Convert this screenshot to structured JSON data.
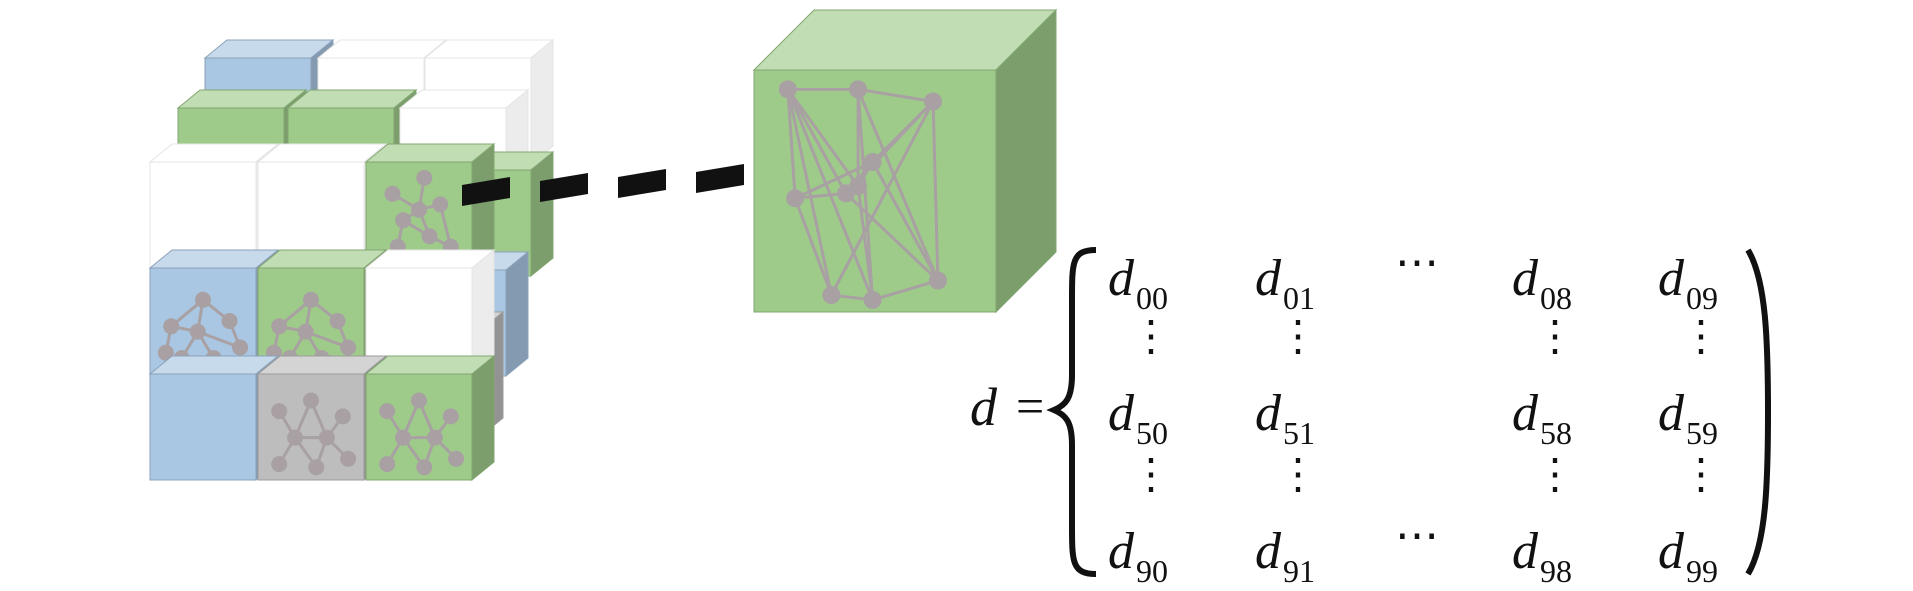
{
  "colors": {
    "blue": "#a9c6e2",
    "green": "#9fcb8a",
    "gray": "#bdbdbd",
    "white": "#ffffff",
    "network_nodes": "#a8a0a2",
    "connector": "#111111"
  },
  "equation": {
    "lhs": "d",
    "equals": "=",
    "rows": [
      {
        "cells": [
          {
            "base": "d",
            "sub": "00"
          },
          {
            "base": "d",
            "sub": "01"
          },
          {
            "hdots": "⋯"
          },
          {
            "base": "d",
            "sub": "08"
          },
          {
            "base": "d",
            "sub": "09"
          }
        ]
      },
      {
        "cells": [
          {
            "base": "d",
            "sub": "50"
          },
          {
            "base": "d",
            "sub": "51"
          },
          {},
          {
            "base": "d",
            "sub": "58"
          },
          {
            "base": "d",
            "sub": "59"
          }
        ]
      },
      {
        "cells": [
          {
            "base": "d",
            "sub": "90"
          },
          {
            "base": "d",
            "sub": "91"
          },
          {
            "hdots": "⋯"
          },
          {
            "base": "d",
            "sub": "98"
          },
          {
            "base": "d",
            "sub": "99"
          }
        ]
      }
    ],
    "vdots": "⋮"
  }
}
